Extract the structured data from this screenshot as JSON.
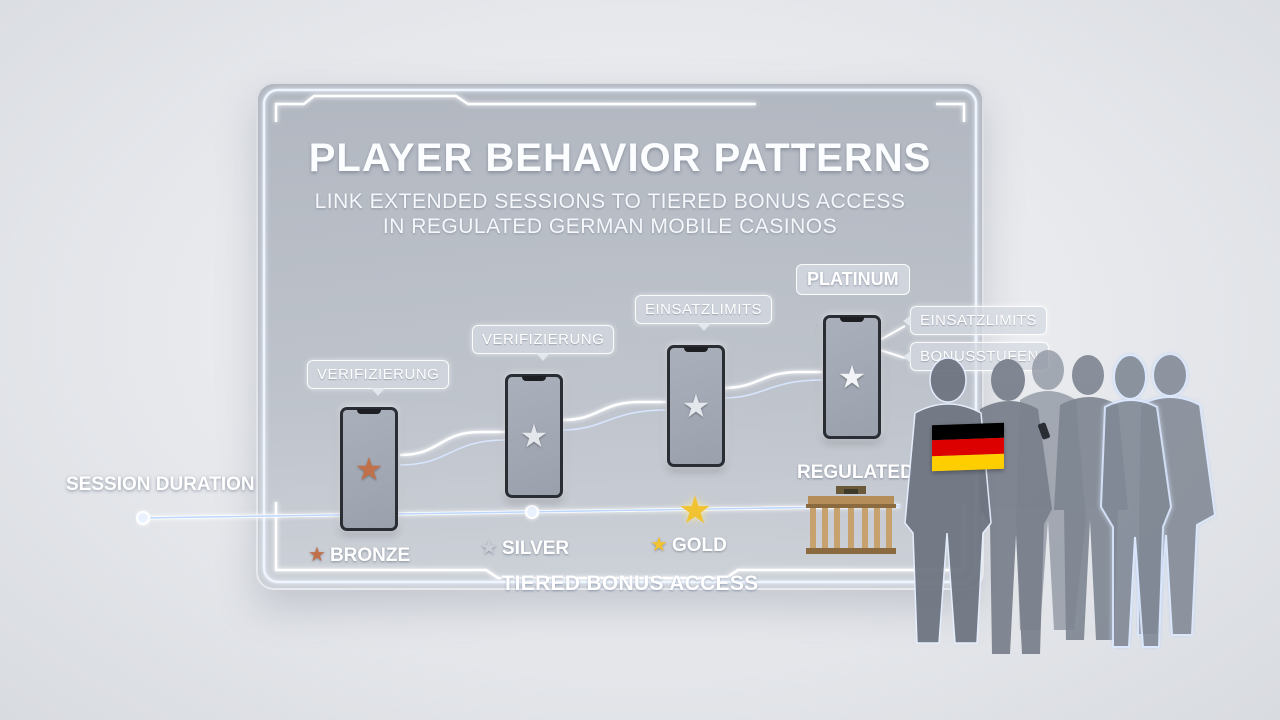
{
  "title": "PLAYER BEHAVIOR PATTERNS",
  "subtitle_line1": "LINK EXTENDED SESSIONS TO TIERED BONUS ACCESS",
  "subtitle_line2": "IN REGULATED GERMAN MOBILE CASINOS",
  "axis_label": "SESSION DURATION",
  "bottom_label": "TIERED BONUS ACCESS",
  "regulated_label": "REGULATED",
  "tiers": [
    {
      "name": "BRONZE",
      "callout": "VERIFIZIERUNG",
      "color": "#c0714a",
      "icon": "star-icon"
    },
    {
      "name": "SILVER",
      "callout": "VERIFIZIERUNG",
      "color": "#d5d9df",
      "icon": "star-icon"
    },
    {
      "name": "GOLD",
      "callout": "EINSATZLIMITS",
      "color": "#f1c232",
      "icon": "star-icon"
    },
    {
      "name": "PLATINUM",
      "callouts": [
        "EINSATZLIMITS",
        "BONUSSTUFEN"
      ],
      "color": "#e9edf2",
      "icon": "star-icon"
    }
  ],
  "colors": {
    "glow": "#bcd6ff",
    "flag_black": "#000000",
    "flag_red": "#dd0000",
    "flag_gold": "#ffce00",
    "gate": "#b08a55"
  }
}
